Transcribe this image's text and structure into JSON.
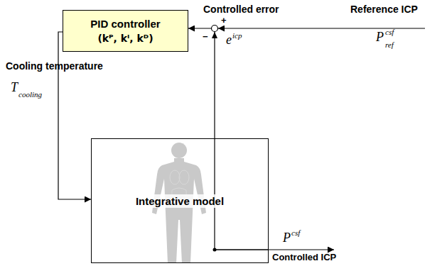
{
  "diagram": {
    "nodes": [
      {
        "text": [
          "PID controller",
          "(kᴾ, kᴵ, kᴰ)"
        ]
      },
      {
        "text": [
          "Integrative model"
        ]
      }
    ],
    "edges": [
      {
        "from": 0,
        "to": 1,
        "arrow": "to"
      },
      {
        "from": 1,
        "to": 0,
        "arrow": "to"
      }
    ],
    "labels": [
      "Controlled error",
      "e",
      "icp",
      "+",
      "−",
      "Reference ICP",
      "P",
      "csf",
      "ref",
      "Cooling temperature",
      "T",
      "cooling",
      "P",
      "csf",
      "Controlled ICP"
    ]
  }
}
